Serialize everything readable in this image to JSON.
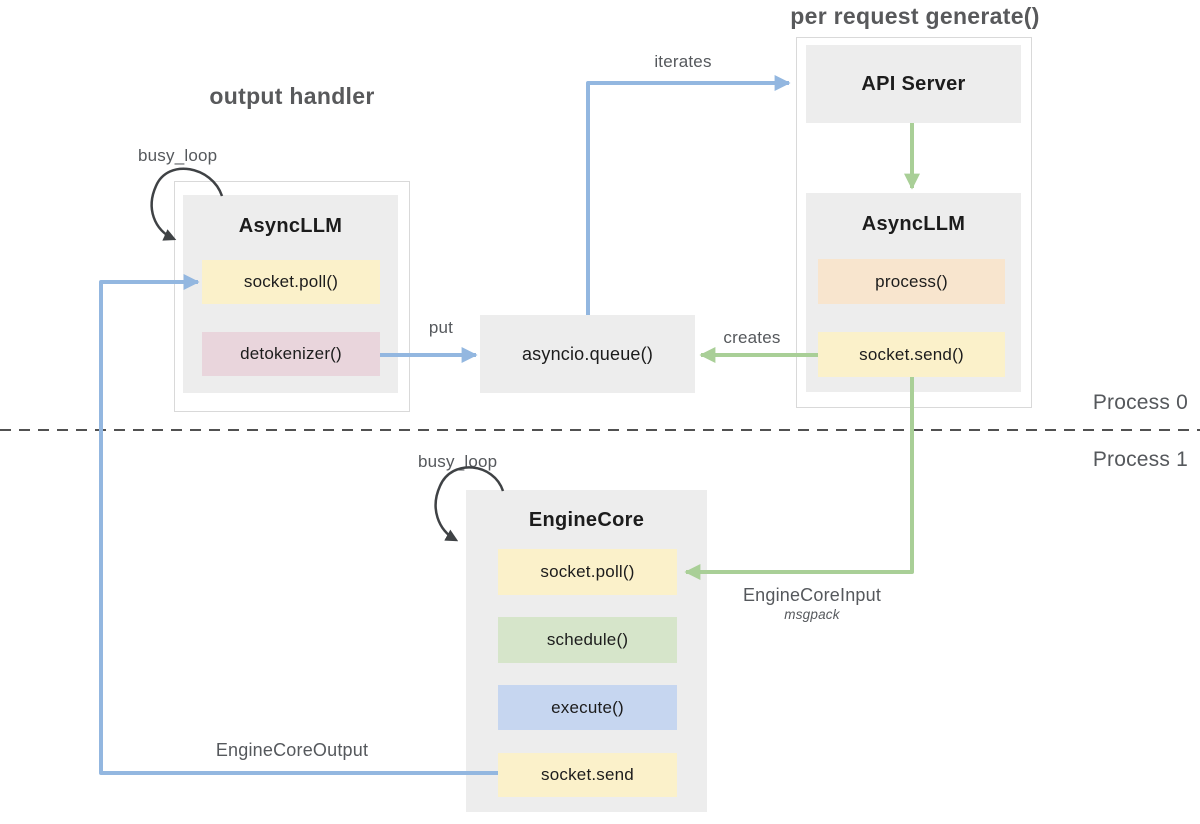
{
  "colors": {
    "box_gray": "#ededed",
    "container_border": "#d9d9d9",
    "blue_arrow": "#93b7e0",
    "green_arrow": "#a9cf97",
    "dashed": "#515151",
    "text_dark": "#1c1c1c",
    "title_gray": "#58595b",
    "label_gray": "#55585c",
    "yellow_method": "#fbf1ca",
    "pink_method": "#e9d5dc",
    "orange_method": "#f8e5ce",
    "green_method": "#d6e5ca",
    "blue_method": "#c6d6f0",
    "loop_arrow": "#3f4245"
  },
  "titles": {
    "output_handler": "output handler",
    "per_request_generate": "per request generate()"
  },
  "process_rows": {
    "top": "Process 0",
    "bottom": "Process 1"
  },
  "nodes": {
    "output_asyncllm": {
      "title": "AsyncLLM",
      "methods": [
        {
          "label": "socket.poll()",
          "color": "#fbf1ca"
        },
        {
          "label": "detokenizer()",
          "color": "#e9d5dc"
        }
      ]
    },
    "api_server": {
      "title": "API Server"
    },
    "request_asyncllm": {
      "title": "AsyncLLM",
      "methods": [
        {
          "label": "process()",
          "color": "#f8e5ce"
        },
        {
          "label": "socket.send()",
          "color": "#fbf1ca"
        }
      ]
    },
    "asyncio_queue": {
      "label": "asyncio.queue()"
    },
    "engine_core": {
      "title": "EngineCore",
      "methods": [
        {
          "label": "socket.poll()",
          "color": "#fbf1ca"
        },
        {
          "label": "schedule()",
          "color": "#d6e5ca"
        },
        {
          "label": "execute()",
          "color": "#c6d6f0"
        },
        {
          "label": "socket.send",
          "color": "#fbf1ca"
        }
      ]
    }
  },
  "edges": {
    "iterates": "iterates",
    "put": "put",
    "creates": "creates",
    "busy_loop_output": "busy_loop",
    "busy_loop_engine": "busy_loop",
    "engine_core_input": {
      "label": "EngineCoreInput",
      "sublabel": "msgpack"
    },
    "engine_core_output": {
      "label": "EngineCoreOutput"
    }
  }
}
